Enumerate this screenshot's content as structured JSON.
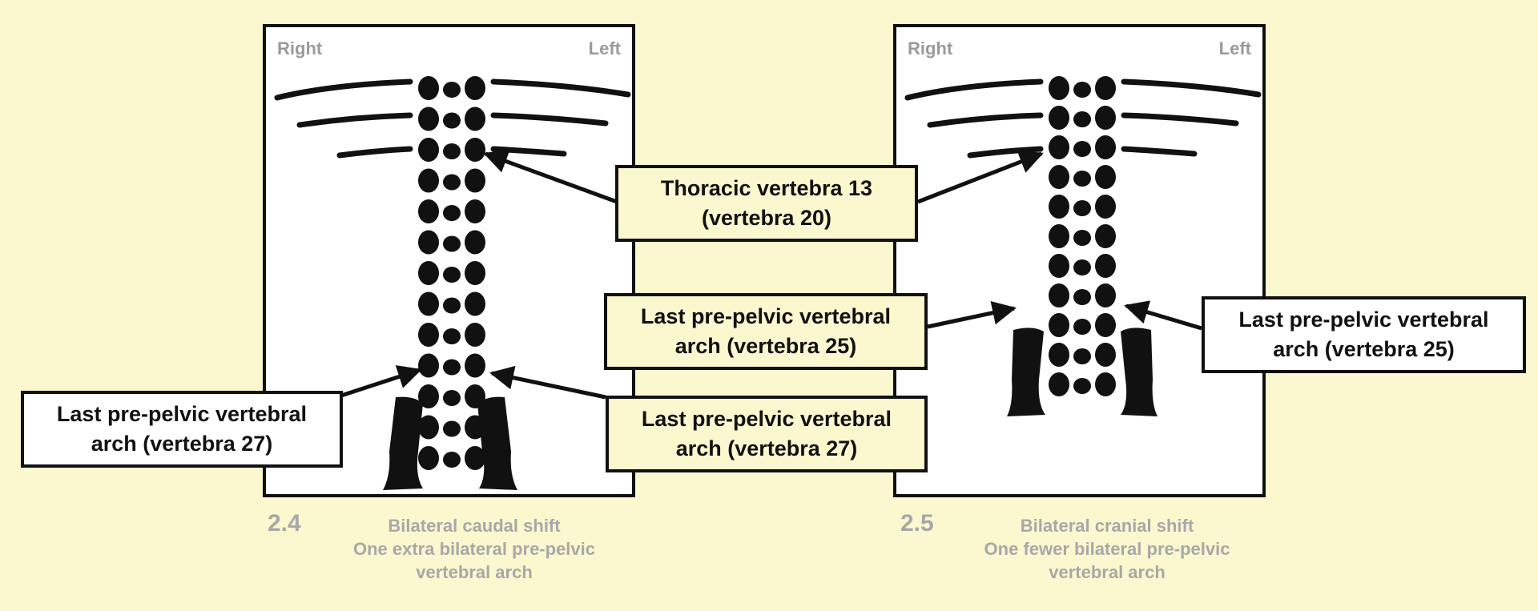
{
  "panels": [
    {
      "side_right": "Right",
      "side_left": "Left",
      "figure_number": "2.4",
      "caption_lines": [
        "Bilateral caudal shift",
        "One extra bilateral pre-pelvic",
        "vertebral arch"
      ]
    },
    {
      "side_right": "Right",
      "side_left": "Left",
      "figure_number": "2.5",
      "caption_lines": [
        "Bilateral cranial shift",
        "One fewer bilateral pre-pelvic",
        "vertebral arch"
      ]
    }
  ],
  "callouts": {
    "thoracic": [
      "Thoracic vertebra 13",
      "(vertebra 20)"
    ],
    "last_prepelvic_25_center": [
      "Last pre-pelvic vertebral",
      "arch (vertebra 25)"
    ],
    "last_prepelvic_25_right": [
      "Last pre-pelvic vertebral",
      "arch (vertebra 25)"
    ],
    "last_prepelvic_27_left": [
      "Last pre-pelvic vertebral",
      "arch (vertebra 27)"
    ],
    "last_prepelvic_27_center": [
      "Last pre-pelvic vertebral",
      "arch (vertebra 27)"
    ]
  },
  "colors": {
    "background": "#fbf8cf",
    "bone": "#111111",
    "panel": "#ffffff",
    "caption": "#a8a8a8"
  }
}
